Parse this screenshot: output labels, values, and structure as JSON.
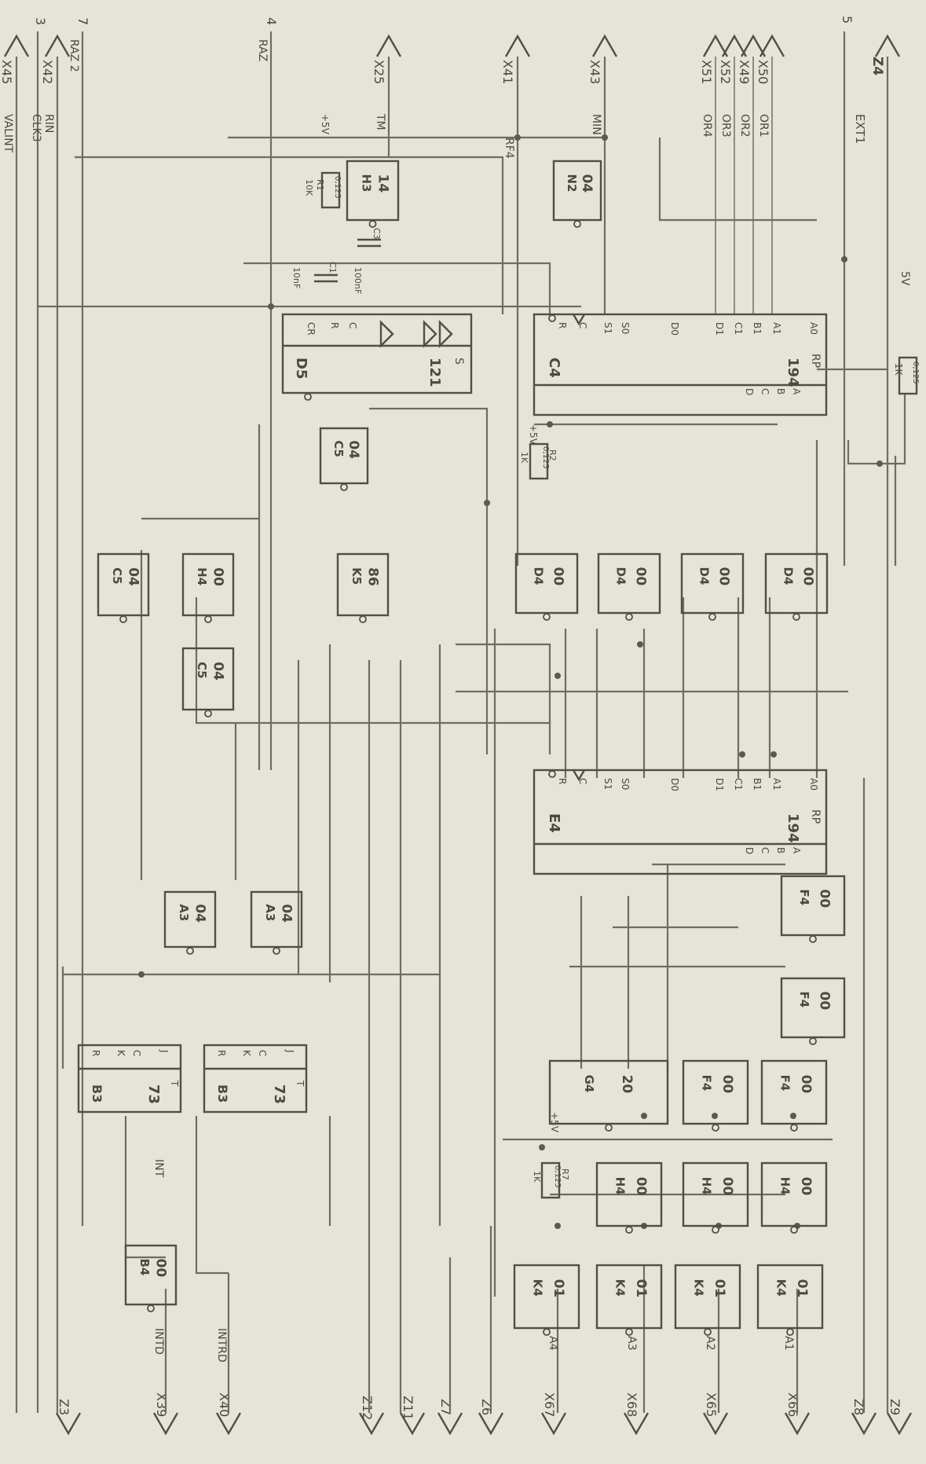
{
  "left_connectors": [
    {
      "id": "Z4",
      "name": "left-connector-z4"
    },
    {
      "id": "X50",
      "name": "left-connector-x50"
    },
    {
      "id": "X49",
      "name": "left-connector-x49"
    },
    {
      "id": "X52",
      "name": "left-connector-x52"
    },
    {
      "id": "X51",
      "name": "left-connector-x51"
    },
    {
      "id": "X43",
      "name": "left-connector-x43"
    },
    {
      "id": "X41",
      "name": "left-connector-x41"
    },
    {
      "id": "X25",
      "name": "left-connector-x25"
    },
    {
      "id": "X42",
      "name": "left-connector-x42"
    },
    {
      "id": "X45",
      "name": "left-connector-x45"
    }
  ],
  "right_connectors": [
    {
      "id": "Z9",
      "name": "right-connector-z9"
    },
    {
      "id": "Z8",
      "name": "right-connector-z8"
    },
    {
      "id": "X66",
      "name": "right-connector-x66"
    },
    {
      "id": "X65",
      "name": "right-connector-x65"
    },
    {
      "id": "X68",
      "name": "right-connector-x68"
    },
    {
      "id": "X67",
      "name": "right-connector-x67"
    },
    {
      "id": "Z6",
      "name": "right-connector-z6"
    },
    {
      "id": "Z7",
      "name": "right-connector-z7"
    },
    {
      "id": "Z11",
      "name": "right-connector-z11"
    },
    {
      "id": "Z12",
      "name": "right-connector-z12"
    },
    {
      "id": "X40",
      "name": "right-connector-x40"
    },
    {
      "id": "X39",
      "name": "right-connector-x39"
    },
    {
      "id": "Z3",
      "name": "right-connector-z3"
    }
  ],
  "signals": {
    "ext1": "EXT1",
    "min": "MIN",
    "tm": "TM",
    "rfa": "RF4",
    "or1": "OR1",
    "or2": "OR2",
    "or3": "OR3",
    "or4": "OR4",
    "raz2": "RAZ 2",
    "raz": "RAZ",
    "rin": "RIN",
    "clk3": "CLK3",
    "valint": "VALINT",
    "int": "INT",
    "intd": "INTD",
    "intrd": "INTRD",
    "a1": "A1",
    "a2": "A2",
    "a3": "A3",
    "a4": "A4",
    "plus5v": "+5V",
    "v5": "5V",
    "n3": "3",
    "n4": "4",
    "n5": "5",
    "n7": "7"
  },
  "components": {
    "reg_c4": {
      "type": "194",
      "ref": "C4",
      "rp": "RP",
      "inputs": [
        "A0",
        "A1",
        "B1",
        "C1",
        "D1",
        "D0",
        "S0",
        "S1",
        "C",
        "R"
      ],
      "outputs": [
        "A",
        "B",
        "C",
        "D"
      ]
    },
    "reg_e4": {
      "type": "194",
      "ref": "E4",
      "rp": "RP",
      "inputs": [
        "A0",
        "A1",
        "B1",
        "C1",
        "D1",
        "D0",
        "S0",
        "S1",
        "C",
        "R"
      ],
      "outputs": [
        "A",
        "B",
        "C",
        "D"
      ]
    },
    "mono_d5": {
      "type": "121",
      "ref": "D5",
      "pins": [
        "S",
        "R",
        "C",
        "CR"
      ]
    },
    "counter_b3a": {
      "type": "73",
      "ref": "B3",
      "pins": [
        "R",
        "K",
        "C",
        "J",
        "T"
      ]
    },
    "counter_b3b": {
      "type": "73",
      "ref": "B3",
      "pins": [
        "R",
        "K",
        "C",
        "J",
        "T"
      ]
    },
    "res_r1": {
      "ref": "R1",
      "value": "10K",
      "tol": "0,125"
    },
    "res_r2": {
      "ref": "R2",
      "value": "1K",
      "tol": "0,125"
    },
    "res_r7": {
      "ref": "R7",
      "value": "1K",
      "tol": "0,125"
    },
    "res_top": {
      "value": "1K",
      "tol": "0,125"
    },
    "cap_c1": {
      "ref": "C1",
      "value": "10nF"
    },
    "cap_c3": {
      "ref": "C3",
      "value": "100nF"
    }
  },
  "gates": [
    {
      "name": "gate-n2",
      "type": "04",
      "ref": "N2"
    },
    {
      "name": "gate-h3",
      "type": "14",
      "ref": "H3"
    },
    {
      "name": "gate-c5-a",
      "type": "04",
      "ref": "C5"
    },
    {
      "name": "gate-d4-1",
      "type": "00",
      "ref": "D4"
    },
    {
      "name": "gate-d4-2",
      "type": "00",
      "ref": "D4"
    },
    {
      "name": "gate-d4-3",
      "type": "00",
      "ref": "D4"
    },
    {
      "name": "gate-d4-4",
      "type": "00",
      "ref": "D4"
    },
    {
      "name": "gate-k5",
      "type": "86",
      "ref": "K5"
    },
    {
      "name": "gate-h4-top",
      "type": "00",
      "ref": "H4"
    },
    {
      "name": "gate-c5-b",
      "type": "04",
      "ref": "C5"
    },
    {
      "name": "gate-c5-c",
      "type": "04",
      "ref": "C5"
    },
    {
      "name": "gate-f4-1",
      "type": "00",
      "ref": "F4"
    },
    {
      "name": "gate-f4-2",
      "type": "00",
      "ref": "F4"
    },
    {
      "name": "gate-f4-3",
      "type": "00",
      "ref": "F4"
    },
    {
      "name": "gate-f4-4",
      "type": "00",
      "ref": "F4"
    },
    {
      "name": "gate-g4",
      "type": "20",
      "ref": "G4"
    },
    {
      "name": "gate-h4-1",
      "type": "00",
      "ref": "H4"
    },
    {
      "name": "gate-h4-2",
      "type": "00",
      "ref": "H4"
    },
    {
      "name": "gate-h4-3",
      "type": "00",
      "ref": "H4"
    },
    {
      "name": "gate-k4-1",
      "type": "01",
      "ref": "K4"
    },
    {
      "name": "gate-k4-2",
      "type": "01",
      "ref": "K4"
    },
    {
      "name": "gate-k4-3",
      "type": "01",
      "ref": "K4"
    },
    {
      "name": "gate-k4-4",
      "type": "01",
      "ref": "K4"
    },
    {
      "name": "gate-a3-1",
      "type": "04",
      "ref": "A3"
    },
    {
      "name": "gate-a3-2",
      "type": "04",
      "ref": "A3"
    },
    {
      "name": "gate-b4",
      "type": "00",
      "ref": "B4"
    }
  ]
}
